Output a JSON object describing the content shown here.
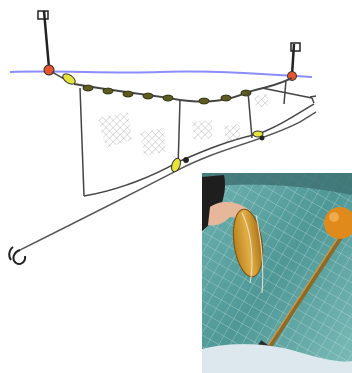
{
  "figure": {
    "kind": "illustration",
    "subject": "gillnet-rigging",
    "colors": {
      "water_line": "#8c8cff",
      "flag_pole": "#222222",
      "flag_buoy": "#e8552a",
      "float": "#e6e33a",
      "headrope_float": "#5b5b22",
      "weight": "#222222",
      "rope": "#555555",
      "net_mesh": "#888888"
    },
    "icons": [
      "flag-buoy-icon",
      "float-icon",
      "anchor-hook-icon",
      "net-panel-icon"
    ]
  },
  "photo": {
    "subject": "float-and-rod-on-net",
    "colors": {
      "net_tint": "#5fa7a6",
      "hand_float": "#d9a034",
      "rod": "#8b6a2a",
      "orange_buoy": "#e08a1c"
    }
  }
}
